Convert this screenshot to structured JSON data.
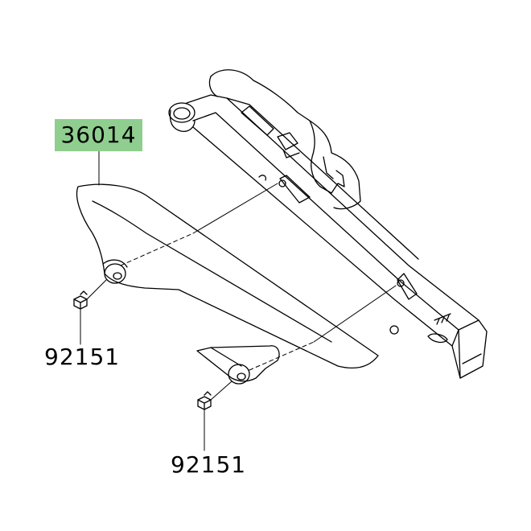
{
  "diagram": {
    "labels": {
      "main_part": "36014",
      "bolt_left": "92151",
      "bolt_right": "92151"
    },
    "highlight_color": "#8fce8f",
    "line_color": "#000000",
    "background": "#ffffff"
  }
}
